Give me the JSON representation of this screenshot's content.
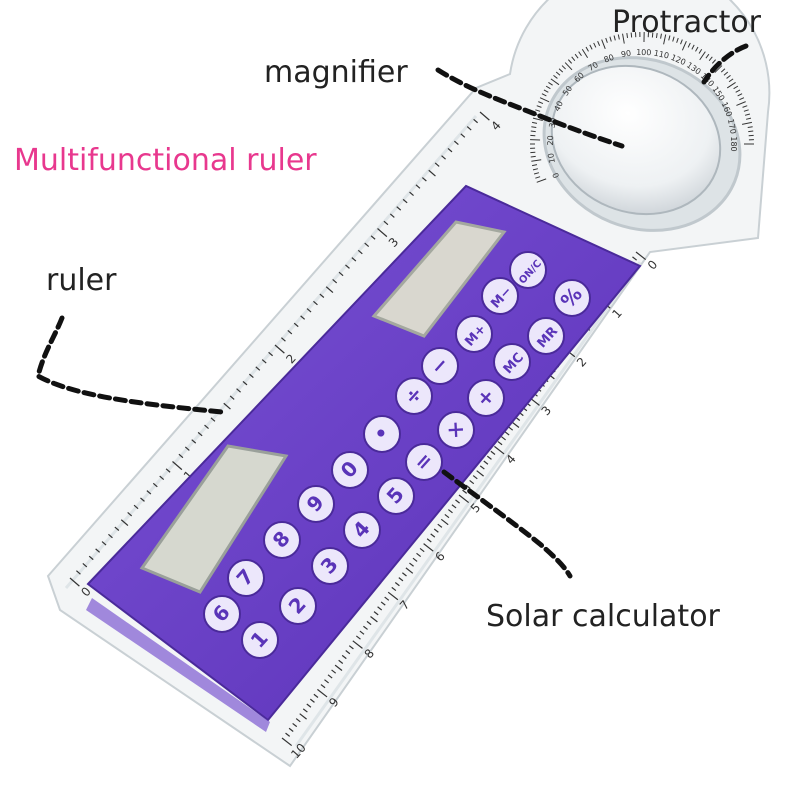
{
  "title": "Multifunctional ruler",
  "labels": {
    "magnifier": "magnifier",
    "protractor": "Protractor",
    "ruler": "ruler",
    "solar_calculator": "Solar calculator"
  },
  "colors": {
    "title": "#e8388e",
    "label": "#222222",
    "calculator_panel": "#6a3fc8",
    "key_face": "#ece7fb",
    "key_text": "#5a34b8",
    "ruler_body": "#f3f5f6",
    "ruler_marks": "#333333",
    "dashed_leader": "#111111"
  },
  "calculator": {
    "keys": [
      "1",
      "2",
      "3",
      "4",
      "5",
      "=",
      "+",
      "MR",
      "%",
      "6",
      "7",
      "8",
      "9",
      "0",
      "•",
      "÷",
      "−",
      "M+",
      "M−",
      "ON/C",
      "×",
      "MC"
    ]
  },
  "ruler": {
    "inch_numbers_left": [
      "0",
      "1",
      "2",
      "3",
      "4"
    ],
    "cm_numbers_right": [
      "0",
      "1",
      "2",
      "3",
      "4",
      "5",
      "6",
      "7",
      "8",
      "9",
      "10"
    ]
  },
  "protractor": {
    "degrees": [
      "0",
      "10",
      "20",
      "30",
      "40",
      "50",
      "60",
      "70",
      "80",
      "90",
      "100",
      "110",
      "120",
      "130",
      "140",
      "150",
      "160",
      "170",
      "180"
    ]
  }
}
